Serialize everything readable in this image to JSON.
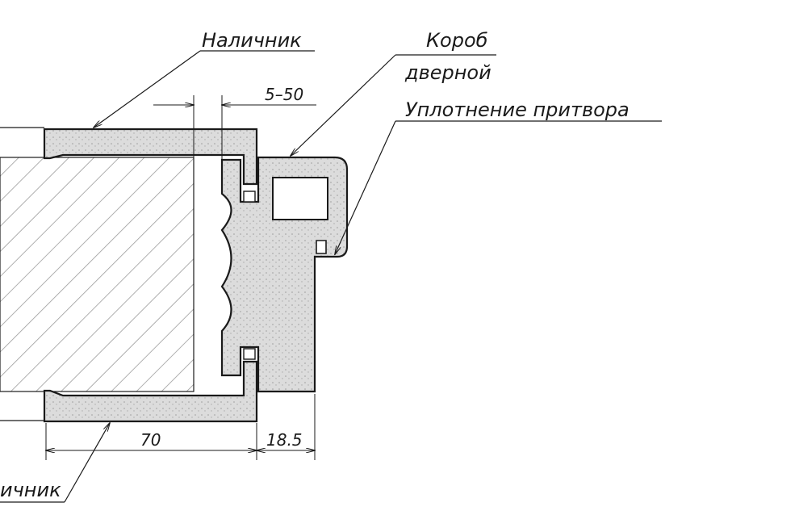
{
  "labels": {
    "nalichnik_top": "Наличник",
    "korob_line1": "Короб",
    "korob_line2": "дверной",
    "uplotnenie": "Уплотнение притвора",
    "nalichnik_bottom": "ичник"
  },
  "dimensions": {
    "gap": "5–50",
    "casing_width": "70",
    "casing_thickness": "18.5"
  },
  "colors": {
    "stroke": "#1a1a1a",
    "fill_profile": "#dcdcdc",
    "hatch": "#9a9a9a"
  }
}
